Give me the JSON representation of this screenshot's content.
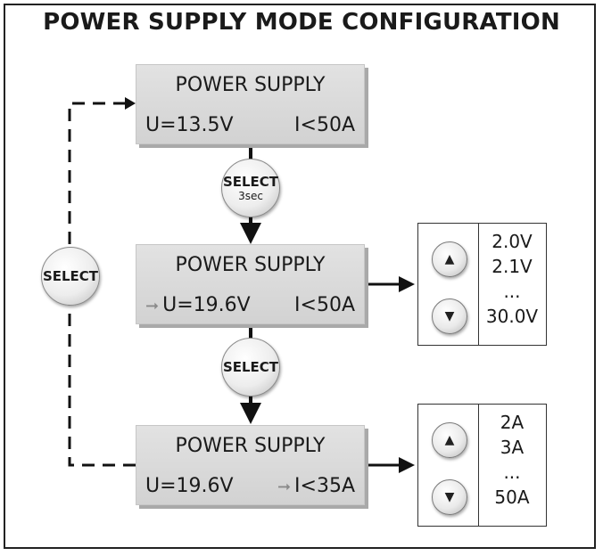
{
  "title": "POWER SUPPLY MODE CONFIGURATION",
  "displays": [
    {
      "heading": "POWER SUPPLY",
      "voltage": "U=13.5V",
      "current": "I<50A"
    },
    {
      "heading": "POWER SUPPLY",
      "voltage": "U=19.6V",
      "current": "I<50A"
    },
    {
      "heading": "POWER SUPPLY",
      "voltage": "U=19.6V",
      "current": "I<35A"
    }
  ],
  "buttons": {
    "select_3sec": {
      "label": "SELECT",
      "sub": "3sec"
    },
    "select_mid": {
      "label": "SELECT"
    },
    "select_loop": {
      "label": "SELECT"
    }
  },
  "voltage_panel": {
    "values": [
      "2.0V",
      "2.1V",
      "...",
      "30.0V"
    ]
  },
  "current_panel": {
    "values": [
      "2A",
      "3A",
      "...",
      "50A"
    ]
  },
  "icons": {
    "up": "up-arrow-icon",
    "down": "down-arrow-icon",
    "indicator": "right-arrow-icon"
  }
}
